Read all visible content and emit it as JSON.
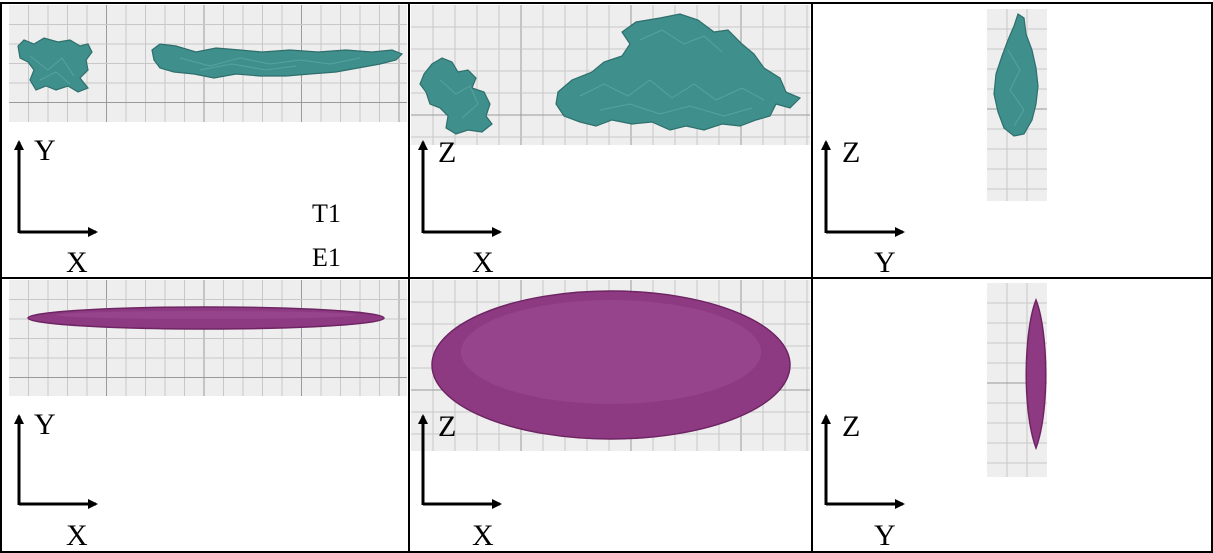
{
  "colors": {
    "shape_top": "#3f8f8c",
    "shape_top_dark": "#2e6f6c",
    "shape_top_light": "#6bb3b0",
    "shape_bottom": "#8e3a83",
    "shape_bottom_dark": "#6e2563",
    "shape_bottom_light": "#a65a9c",
    "grid_bg": "#eeeeee",
    "grid_line": "#c8c8c8",
    "grid_line_major": "#9a9a9a",
    "frame": "#000000"
  },
  "labels": {
    "t1": "T1",
    "e1": "E1"
  },
  "panels": [
    {
      "id": "top-xy",
      "row": "top",
      "view": "XY",
      "axis_v": "Y",
      "axis_h": "X"
    },
    {
      "id": "top-xz",
      "row": "top",
      "view": "XZ",
      "axis_v": "Z",
      "axis_h": "X"
    },
    {
      "id": "top-yz",
      "row": "top",
      "view": "YZ",
      "axis_v": "Z",
      "axis_h": "Y"
    },
    {
      "id": "bottom-xy",
      "row": "bottom",
      "view": "XY",
      "axis_v": "Y",
      "axis_h": "X"
    },
    {
      "id": "bottom-xz",
      "row": "bottom",
      "view": "XZ",
      "axis_v": "Z",
      "axis_h": "X"
    },
    {
      "id": "bottom-yz",
      "row": "bottom",
      "view": "YZ",
      "axis_v": "Z",
      "axis_h": "Y"
    }
  ]
}
